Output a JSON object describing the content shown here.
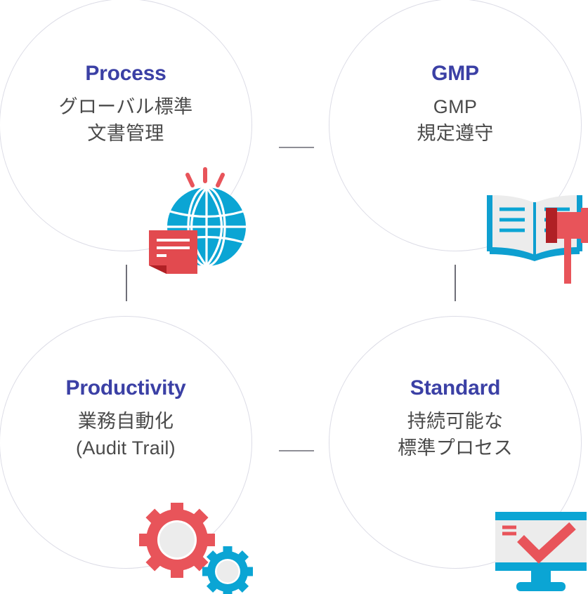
{
  "diagram": {
    "title_color": "#3b40a5",
    "subtitle_color": "#4a4a4a",
    "circle_border_color": "#dcdce6",
    "accent_blue": "#0ba5d4",
    "accent_red": "#e8545a",
    "accent_dark_red": "#b02025",
    "icon_gray": "#ececec",
    "nodes": [
      {
        "id": "process",
        "title": "Process",
        "subtitle_lines": [
          "グローバル標準",
          "文書管理"
        ],
        "icon": "globe-document-icon"
      },
      {
        "id": "gmp",
        "title": "GMP",
        "subtitle_lines": [
          "GMP",
          "規定遵守"
        ],
        "icon": "book-gavel-icon"
      },
      {
        "id": "productivity",
        "title": "Productivity",
        "subtitle_lines": [
          "業務自動化",
          "(Audit Trail)"
        ],
        "icon": "gears-icon"
      },
      {
        "id": "standard",
        "title": "Standard",
        "subtitle_lines": [
          "持続可能な",
          "標準プロセス"
        ],
        "icon": "monitor-check-icon"
      }
    ],
    "connectors": [
      {
        "id": "top-horizontal",
        "orientation": "horizontal"
      },
      {
        "id": "bottom-horizontal",
        "orientation": "horizontal"
      },
      {
        "id": "left-vertical",
        "orientation": "vertical"
      },
      {
        "id": "right-vertical",
        "orientation": "vertical"
      }
    ]
  }
}
